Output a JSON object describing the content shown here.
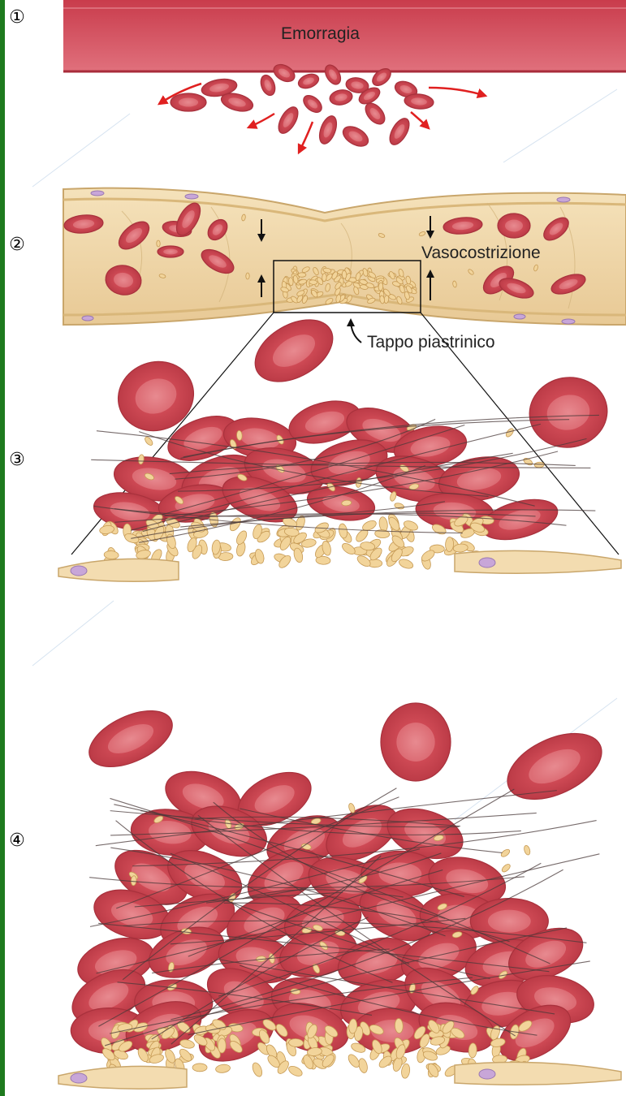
{
  "steps": [
    {
      "number": "①",
      "label": "Emorragia"
    },
    {
      "number": "②",
      "label": "Vasocostrizione"
    },
    {
      "number": "③",
      "label": "Tappo piastrinico"
    },
    {
      "number": "④",
      "label": ""
    }
  ],
  "colors": {
    "rbc_fill": "#d4525c",
    "rbc_center": "#e88a90",
    "rbc_edge": "#a8313c",
    "vessel_wall": "#f3dcb0",
    "vessel_edge": "#c9a66b",
    "platelet": "#f2d49a",
    "platelet_edge": "#c69a55",
    "nucleus": "#c8a6d8",
    "fibrin": "#4a3a3a",
    "arrow_red": "#e02020",
    "side_bar": "#1e7a1e"
  },
  "icons": [
    "red-blood-cell",
    "platelet",
    "fibrin-strand",
    "endothelial-cell",
    "arrow"
  ]
}
